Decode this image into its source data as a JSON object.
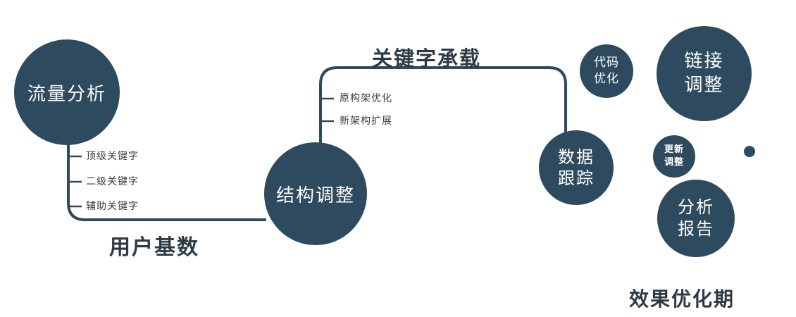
{
  "palette": {
    "circle": "#2e4a5e",
    "line": "#2e4a5e",
    "label_dark": "#2d3a46",
    "small_label": "#3c3c3c",
    "background": "#ffffff",
    "node_text": "#ffffff"
  },
  "nodes": {
    "traffic": {
      "label": "流量分析"
    },
    "structure": {
      "label": "结构调整"
    },
    "tracking": {
      "line1": "数据",
      "line2": "跟踪"
    },
    "code": {
      "line1": "代码",
      "line2": "优化"
    },
    "link": {
      "line1": "链接",
      "line2": "调整"
    },
    "update": {
      "line1": "更新",
      "line2": "调整"
    },
    "report": {
      "line1": "分析",
      "line2": "报告"
    }
  },
  "branches": {
    "left": [
      "顶级关键字",
      "二级关键字",
      "辅助关键字"
    ],
    "middle": [
      "原构架优化",
      "新架构扩展"
    ]
  },
  "edge_labels": {
    "user_base": "用户基数",
    "keyword_bearing": "关键字承载",
    "effect_phase": "效果优化期"
  }
}
